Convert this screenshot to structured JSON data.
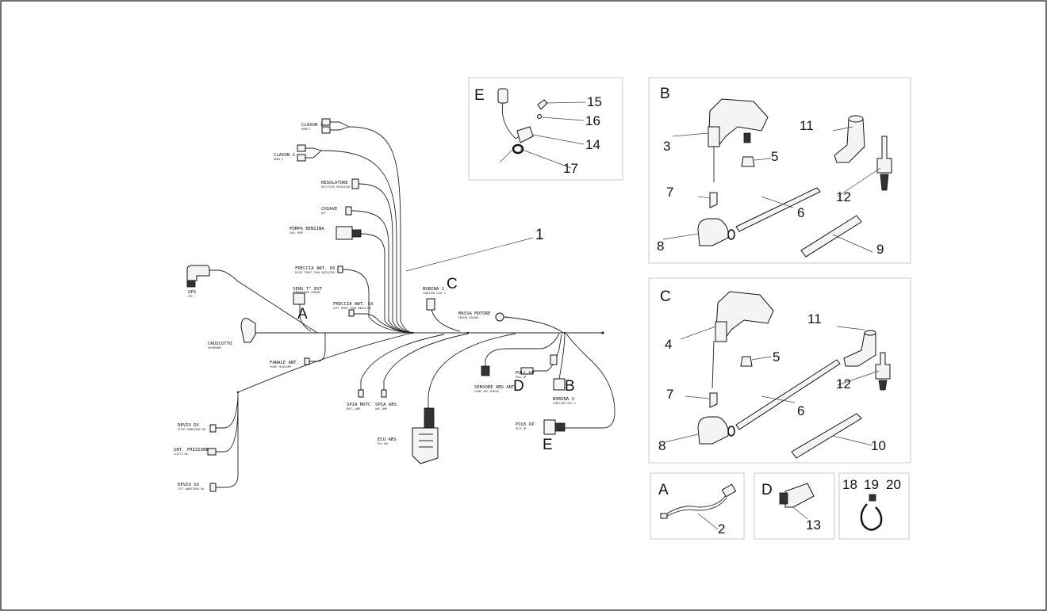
{
  "harness": {
    "connectors": [
      {
        "name": "CLAXON 1",
        "sub": "HORN 1"
      },
      {
        "name": "CLAXON 2",
        "sub": "HORN 2"
      },
      {
        "name": "REGOLATORE",
        "sub": "RECTIFIER REGULATOR"
      },
      {
        "name": "CHIAVE",
        "sub": "KEY"
      },
      {
        "name": "POMPA BENZINA",
        "sub": "FUEL PUMP"
      },
      {
        "name": "FRECCIA ANT. DX",
        "sub": "RIGHT FRONT TURN INDICATOR"
      },
      {
        "name": "SENS T° EXT",
        "sub": "TEMPERATURE SENSOR"
      },
      {
        "name": "FRECCIA ANT. SX",
        "sub": "LEFT FRONT TURN INDICATOR"
      },
      {
        "name": "GPS",
        "sub": "GPS"
      },
      {
        "name": "CRUSCOTTO",
        "sub": "DASHBOARD"
      },
      {
        "name": "FANALE ANT.",
        "sub": "FRONT HEADLAMP"
      },
      {
        "name": "BOBINA 1",
        "sub": "IGNITION COIL 1"
      },
      {
        "name": "MASSA MOTORE",
        "sub": "ENGINE GROUND"
      },
      {
        "name": "PULL UP",
        "sub": "PULL UP"
      },
      {
        "name": "SENSORE ABS ANT.",
        "sub": "FRONT ABS SENSOR"
      },
      {
        "name": "BOBINA 2",
        "sub": "IGNITION COIL 2"
      },
      {
        "name": "PICK UP",
        "sub": "PICK UP"
      },
      {
        "name": "SPIA MOTC",
        "sub": "MOTC LAMP"
      },
      {
        "name": "SPIA ABS",
        "sub": "ABS LAMP"
      },
      {
        "name": "ECU ABS",
        "sub": "ECU ABS"
      },
      {
        "name": "DEVIO DX",
        "sub": "RIGHT HANDLEBAR SW."
      },
      {
        "name": "INT. FRIZIONE",
        "sub": "CLUTCH SW."
      },
      {
        "name": "DEVIO SX",
        "sub": "LEFT HANDLEBAR SW."
      }
    ],
    "part_label": "1",
    "callouts": {
      "A": "A",
      "B": "B",
      "C": "C",
      "D": "D",
      "E": "E"
    }
  },
  "panels": {
    "E": {
      "letter": "E",
      "numbers": [
        "15",
        "16",
        "14",
        "17"
      ]
    },
    "B": {
      "letter": "B",
      "numbers": [
        "3",
        "11",
        "5",
        "7",
        "6",
        "12",
        "8",
        "9"
      ]
    },
    "C": {
      "letter": "C",
      "numbers": [
        "4",
        "11",
        "5",
        "7",
        "6",
        "12",
        "8",
        "10"
      ]
    },
    "A": {
      "letter": "A",
      "numbers": [
        "2"
      ]
    },
    "D": {
      "letter": "D",
      "numbers": [
        "13"
      ]
    },
    "ties": {
      "numbers": [
        "18",
        "19",
        "20"
      ]
    }
  }
}
